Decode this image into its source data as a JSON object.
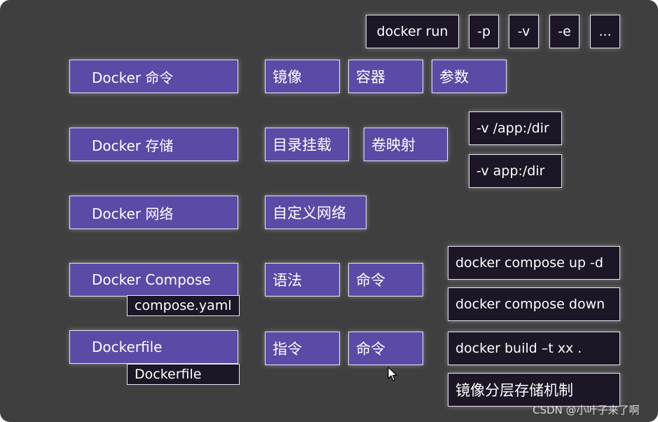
{
  "top_commands": {
    "docker_run": "docker run",
    "p": "-p",
    "v": "-v",
    "e": "-e",
    "more": "..."
  },
  "rows": {
    "commands": {
      "label": "Docker 命令",
      "items": [
        "镜像",
        "容器",
        "参数"
      ]
    },
    "storage": {
      "label": "Docker 存储",
      "items": [
        "目录挂载",
        "卷映射"
      ],
      "examples": [
        "-v /app:/dir",
        "-v app:/dir"
      ]
    },
    "network": {
      "label": "Docker 网络",
      "items": [
        "自定义网络"
      ]
    },
    "compose": {
      "label": "Docker Compose",
      "file": "compose.yaml",
      "items": [
        "语法",
        "命令"
      ],
      "examples": [
        "docker compose up -d",
        "docker compose down"
      ]
    },
    "dockerfile": {
      "label": "Dockerfile",
      "file": "Dockerfile",
      "items": [
        "指令",
        "命令"
      ],
      "examples": [
        "docker build –t xx .",
        "镜像分层存储机制"
      ]
    }
  },
  "watermark": "CSDN @小叶子来了啊",
  "colors": {
    "background": "#3f3f3f",
    "primary": "#5b4aa6",
    "dark": "#1d1626",
    "border": "#e9e6f7"
  },
  "icons": {
    "cursor": "mouse-pointer-icon"
  }
}
